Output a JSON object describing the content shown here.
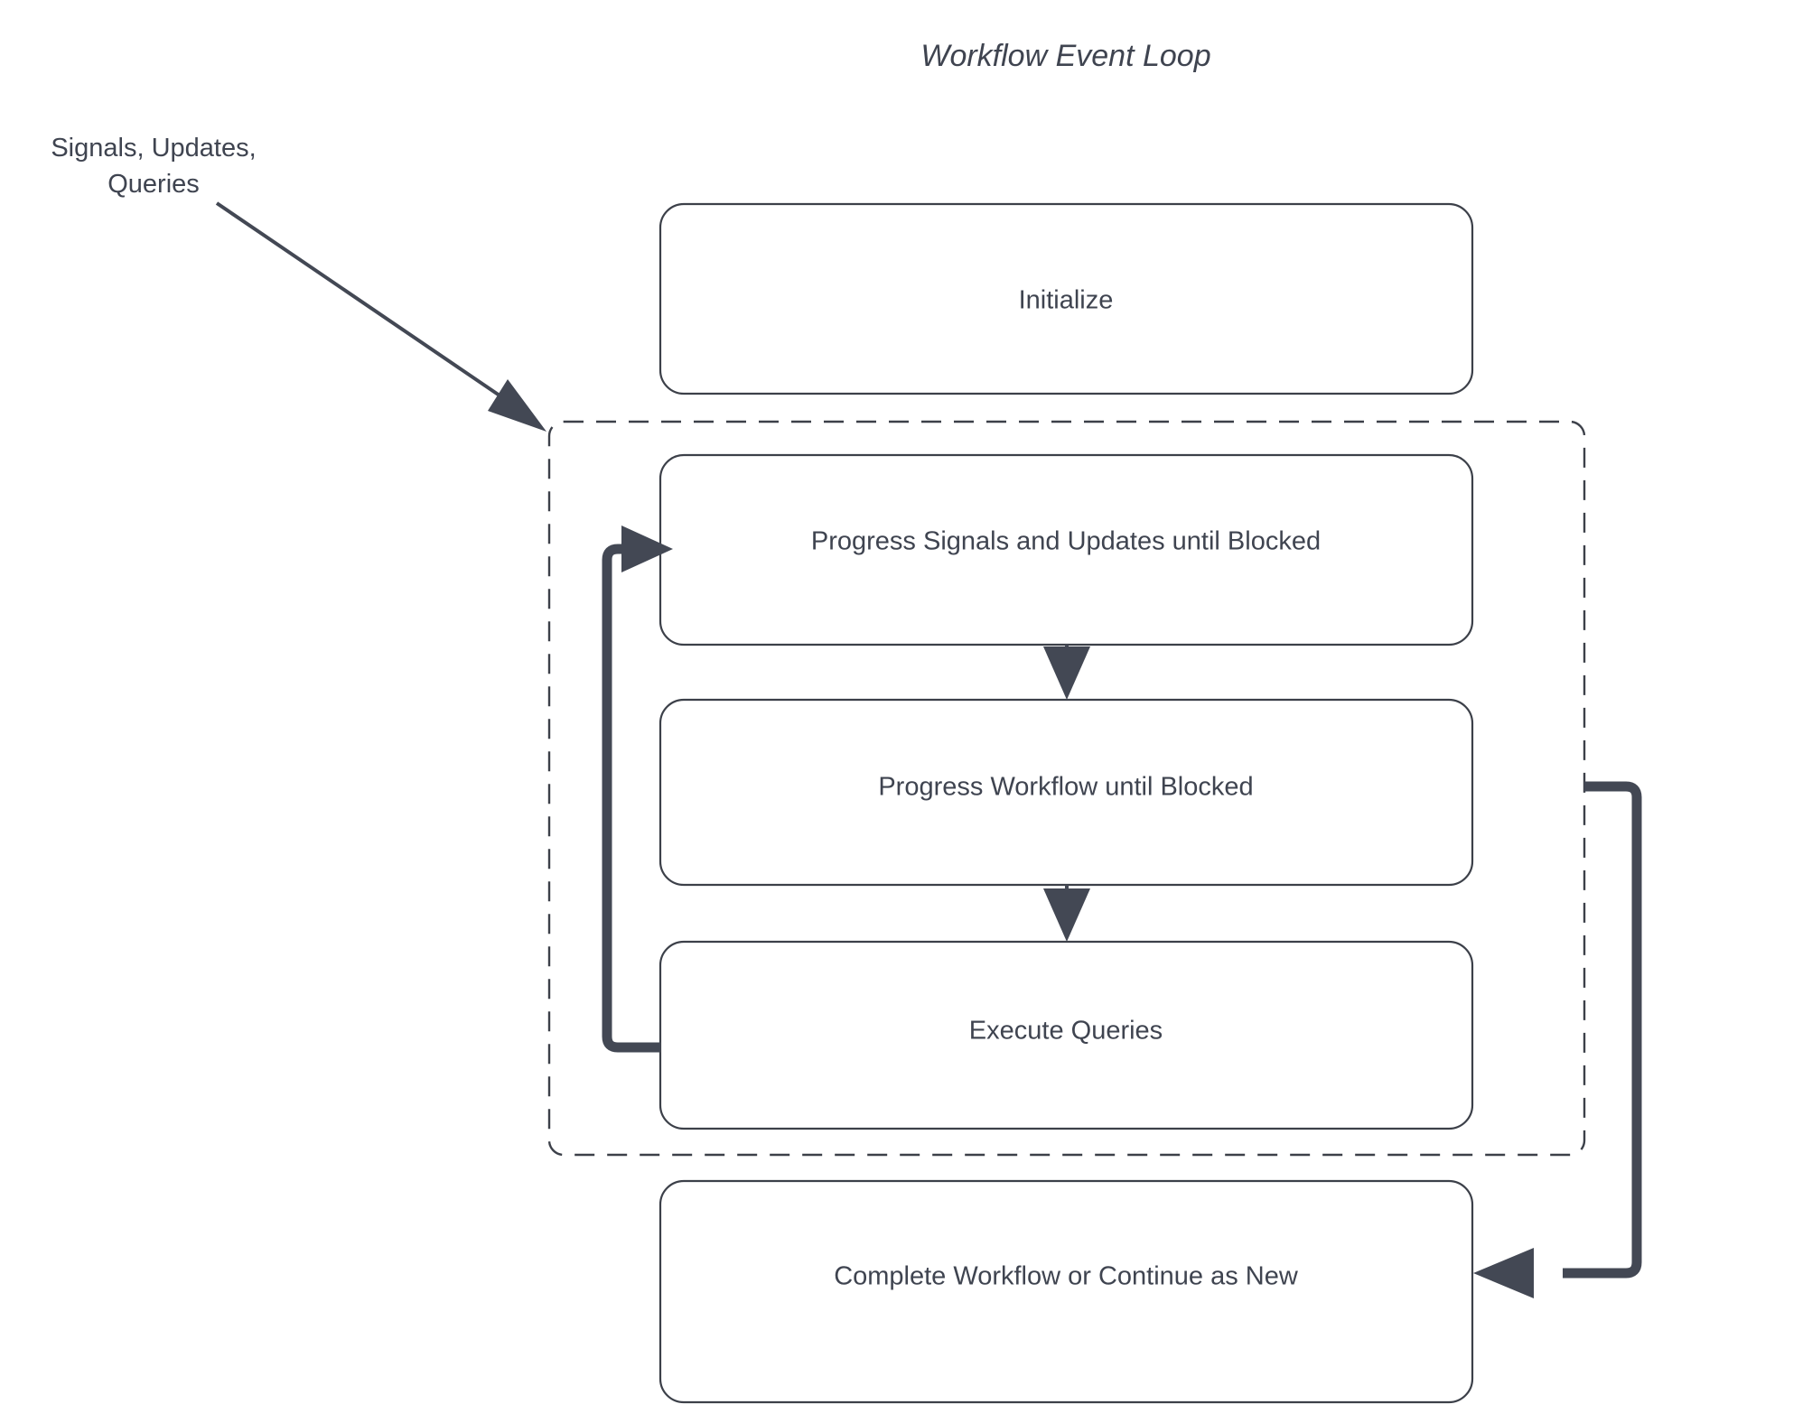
{
  "title": "Workflow Event Loop",
  "colors": {
    "stroke": "#3c4049",
    "text": "#3f4450",
    "flow": "#434854",
    "background": "#ffffff"
  },
  "external_label": {
    "line1": "Signals, Updates,",
    "line2": "Queries"
  },
  "nodes": [
    {
      "id": "initialize",
      "label": "Initialize"
    },
    {
      "id": "progress-signals",
      "label": "Progress Signals and Updates until Blocked"
    },
    {
      "id": "progress-workflow",
      "label": "Progress Workflow until Blocked"
    },
    {
      "id": "execute-queries",
      "label": "Execute Queries"
    },
    {
      "id": "complete-workflow",
      "label": "Complete Workflow or Continue as New"
    }
  ],
  "loop_group": {
    "label": "",
    "style": "dashed"
  },
  "edges": [
    {
      "from": "external-input",
      "to": "loop-group",
      "style": "solid-thin-diagonal"
    },
    {
      "from": "progress-signals",
      "to": "progress-workflow",
      "style": "solid-thin-down"
    },
    {
      "from": "progress-workflow",
      "to": "execute-queries",
      "style": "solid-thin-down"
    },
    {
      "from": "execute-queries",
      "to": "progress-signals",
      "style": "thick-loop-left"
    },
    {
      "from": "loop-group",
      "to": "complete-workflow",
      "style": "thick-loop-right"
    }
  ]
}
